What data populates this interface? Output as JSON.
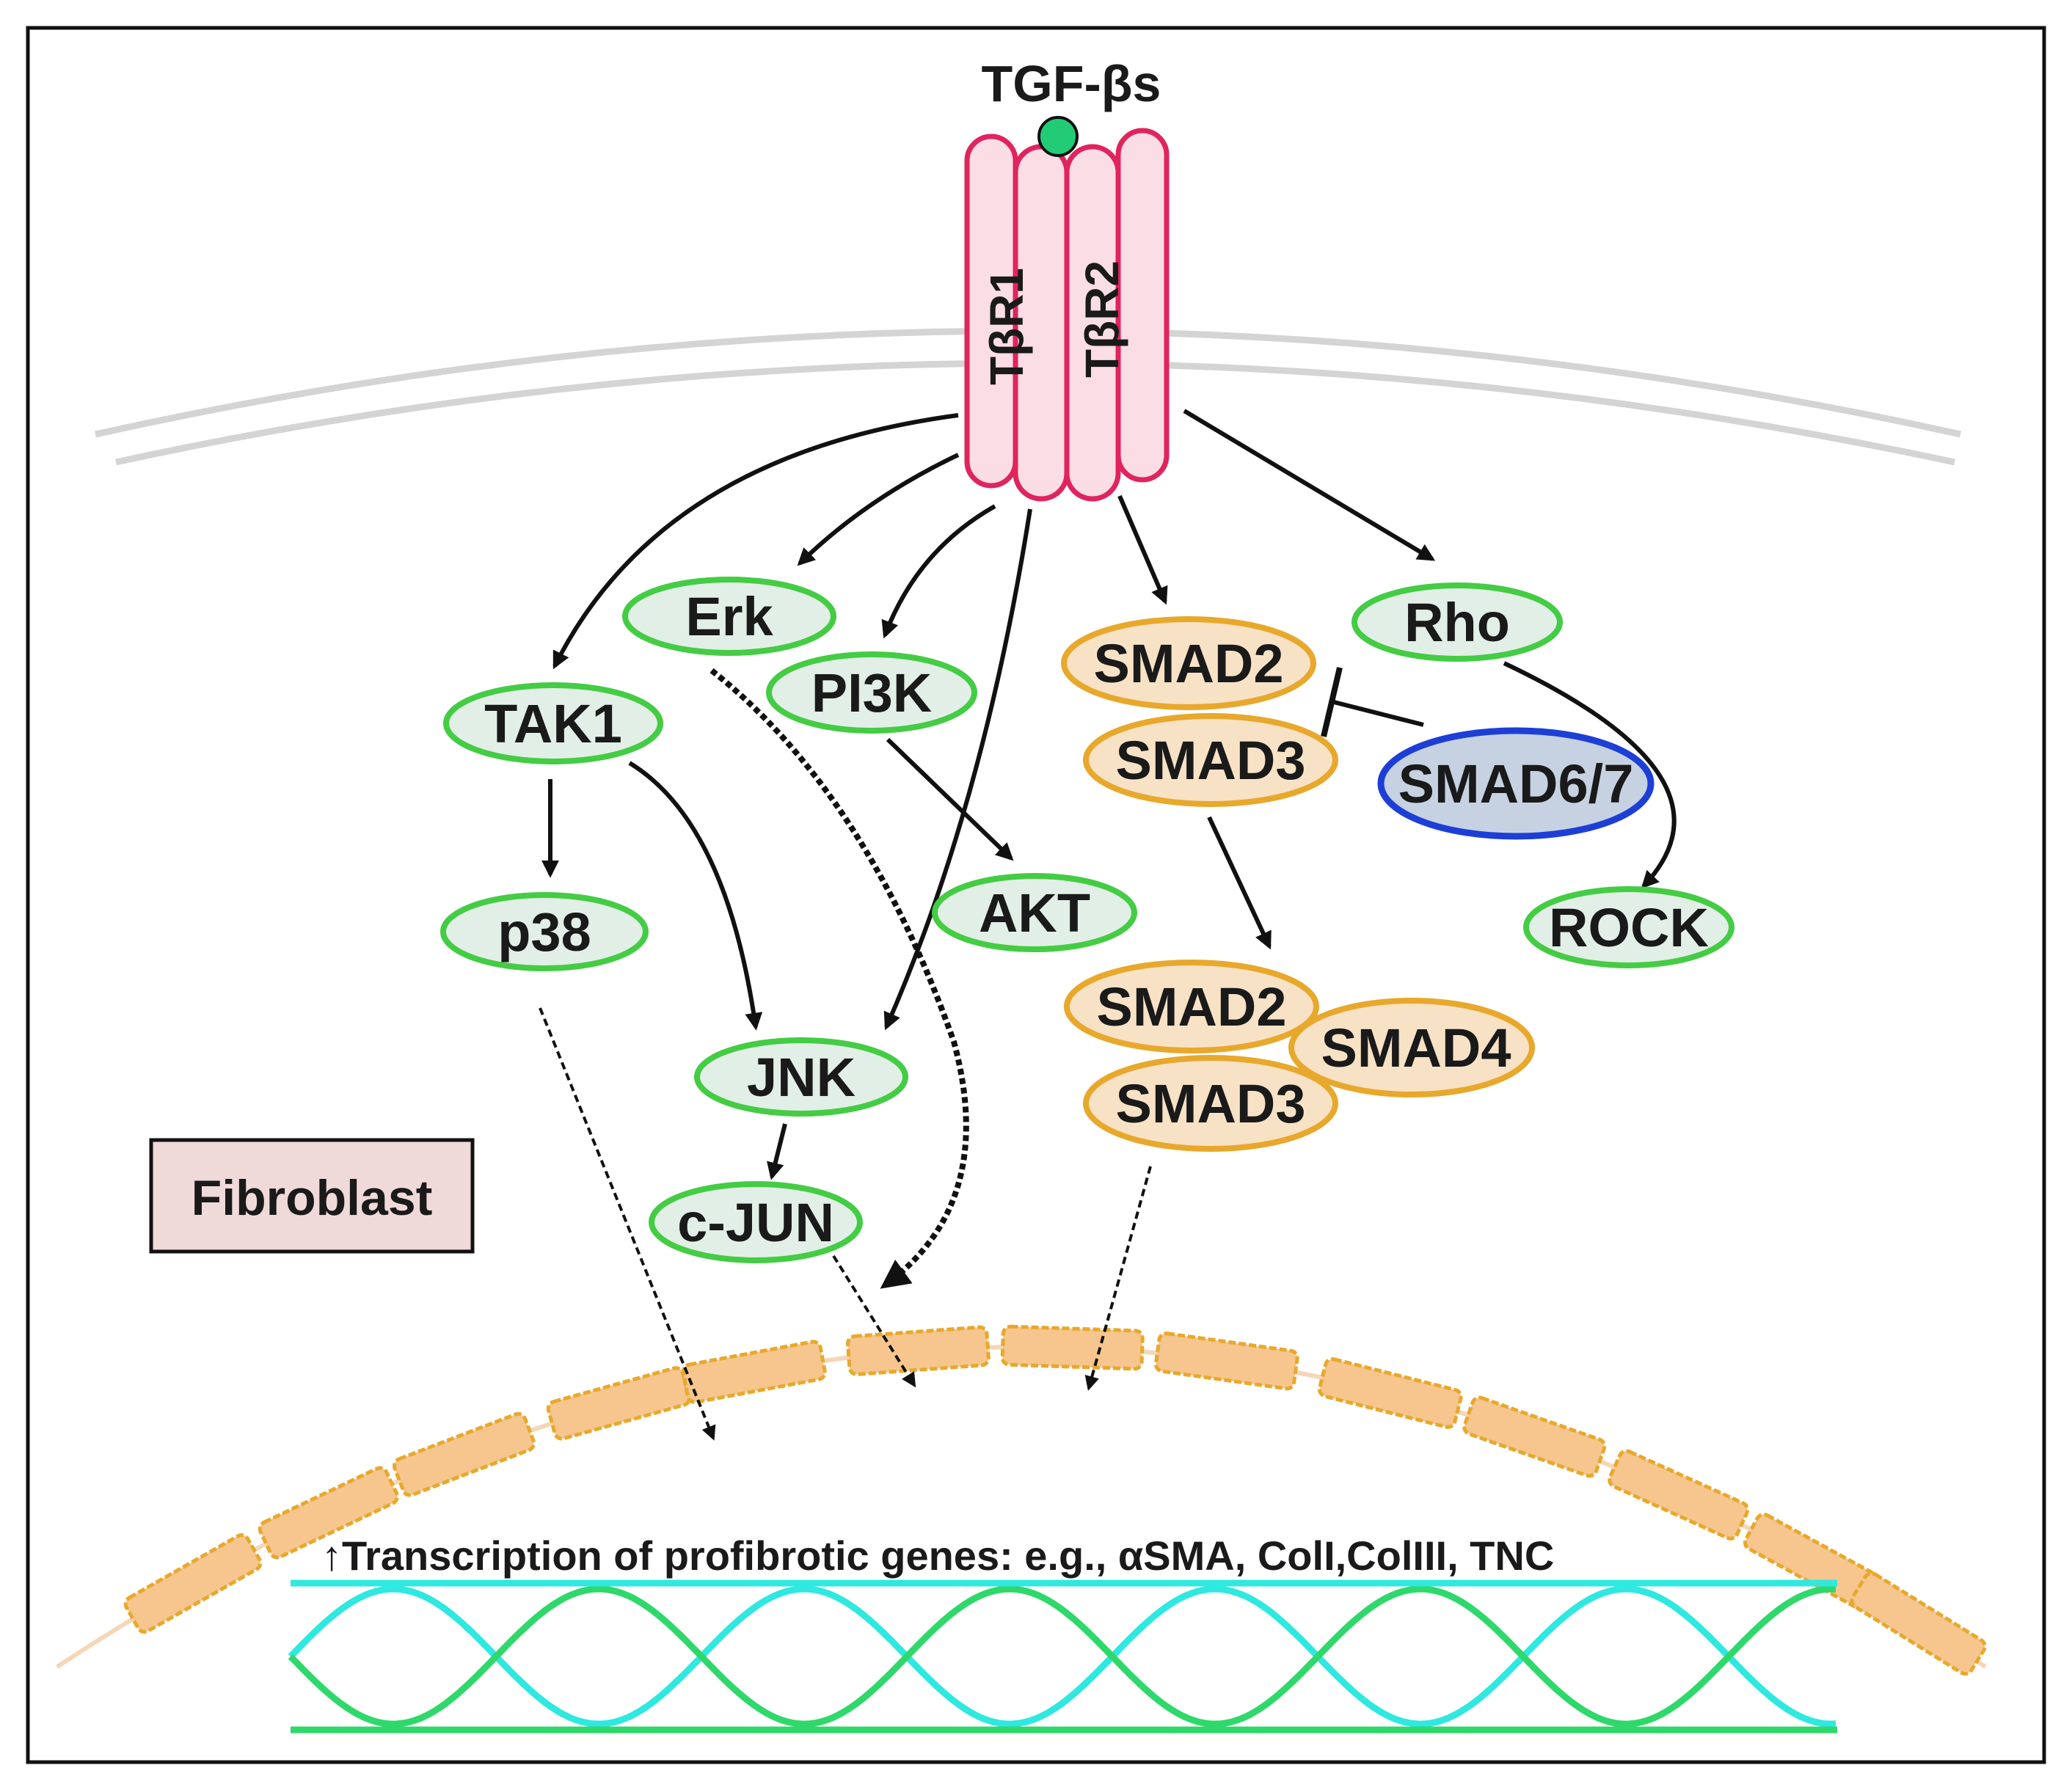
{
  "ligand": {
    "label": "TGF-βs"
  },
  "receptors": {
    "r1": "TβR1",
    "r2": "TβR2"
  },
  "nodes": {
    "erk": "Erk",
    "tak1": "TAK1",
    "pi3k": "PI3K",
    "p38": "p38",
    "akt": "AKT",
    "jnk": "JNK",
    "cjun": "c-JUN",
    "smad2_top": "SMAD2",
    "smad3_top": "SMAD3",
    "smad67": "SMAD6/7",
    "rho": "Rho",
    "rock": "ROCK",
    "smad2_complex": "SMAD2",
    "smad3_complex": "SMAD3",
    "smad4_complex": "SMAD4"
  },
  "cell_label": "Fibroblast",
  "transcription_label": "↑Transcription of profibrotic genes: e.g., αSMA, ColI,ColIII, TNC",
  "colors": {
    "receptor_stroke": "#e0245e",
    "receptor_fill": "#fbdde5",
    "ligand": "#22cc77",
    "green_node_stroke": "#44cc44",
    "green_node_fill": "#e2efe6",
    "smad_stroke": "#e8a82c",
    "smad_fill": "#f8e2c6",
    "inhibitor_stroke": "#1d3fd6",
    "inhibitor_fill": "#c6d2e2",
    "membrane": "#d4d4d4",
    "nucleus_pore": "#f6c68e",
    "dna_top": "#2fe8e0",
    "dna_bottom": "#2fd86a",
    "label_box_fill": "#f0dad9"
  }
}
